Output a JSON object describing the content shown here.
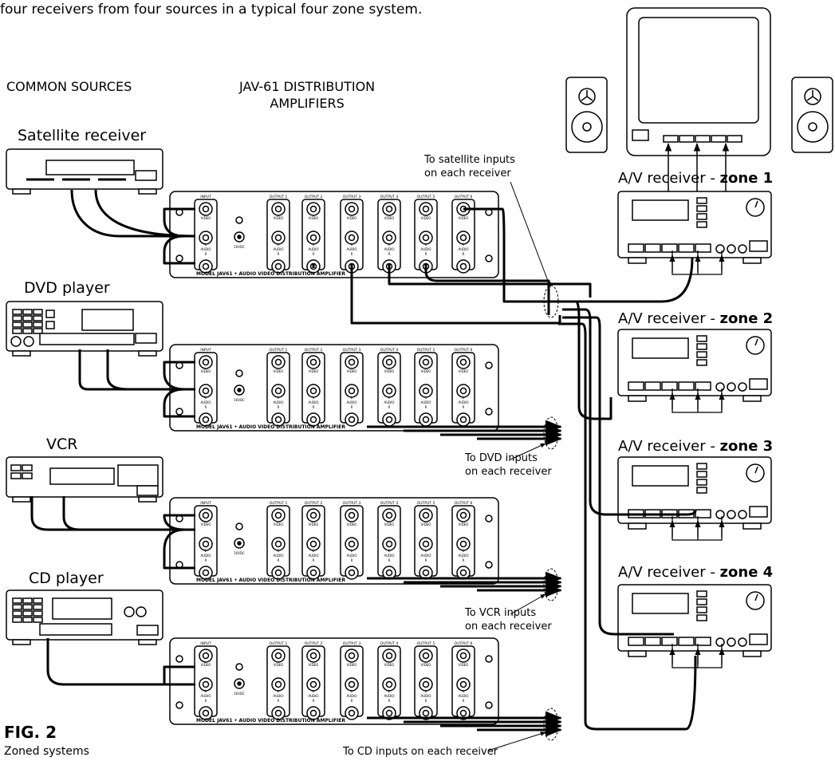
{
  "intro_text": "four receivers from four sources in a typical four zone system.",
  "headers": {
    "sources": "COMMON SOURCES",
    "amplifiers_line1": "JAV-61 DISTRIBUTION",
    "amplifiers_line2": "AMPLIFIERS"
  },
  "sources": [
    {
      "name": "Satellite receiver"
    },
    {
      "name": "DVD player"
    },
    {
      "name": "VCR"
    },
    {
      "name": "CD player"
    }
  ],
  "receivers": [
    {
      "prefix": "A/V receiver - ",
      "zone": "zone 1"
    },
    {
      "prefix": "A/V receiver - ",
      "zone": "zone 2"
    },
    {
      "prefix": "A/V receiver - ",
      "zone": "zone 3"
    },
    {
      "prefix": "A/V receiver - ",
      "zone": "zone 4"
    }
  ],
  "notes": {
    "satellite_1": "To satellite inputs",
    "satellite_2": "on each receiver",
    "dvd_1": "To DVD inputs",
    "dvd_2": "on each receiver",
    "vcr_1": "To VCR inputs",
    "vcr_2": "on each receiver",
    "cd": "To CD inputs on each receiver"
  },
  "amp_panel": {
    "input_label": "INPUT",
    "output_labels": [
      "OUTPUT 1",
      "OUTPUT 2",
      "OUTPUT 3",
      "OUTPUT 4",
      "OUTPUT 5",
      "OUTPUT 6"
    ],
    "video_label": "VIDEO",
    "audio_label": "AUDIO",
    "left_label": "L",
    "right_label": "R",
    "power_label": "16VDC",
    "model_label": "MODEL JAV61 • AUDIO VIDEO DISTRIBUTION AMPLIFIER"
  },
  "figure": {
    "number": "FIG. 2",
    "caption": "Zoned systems"
  }
}
